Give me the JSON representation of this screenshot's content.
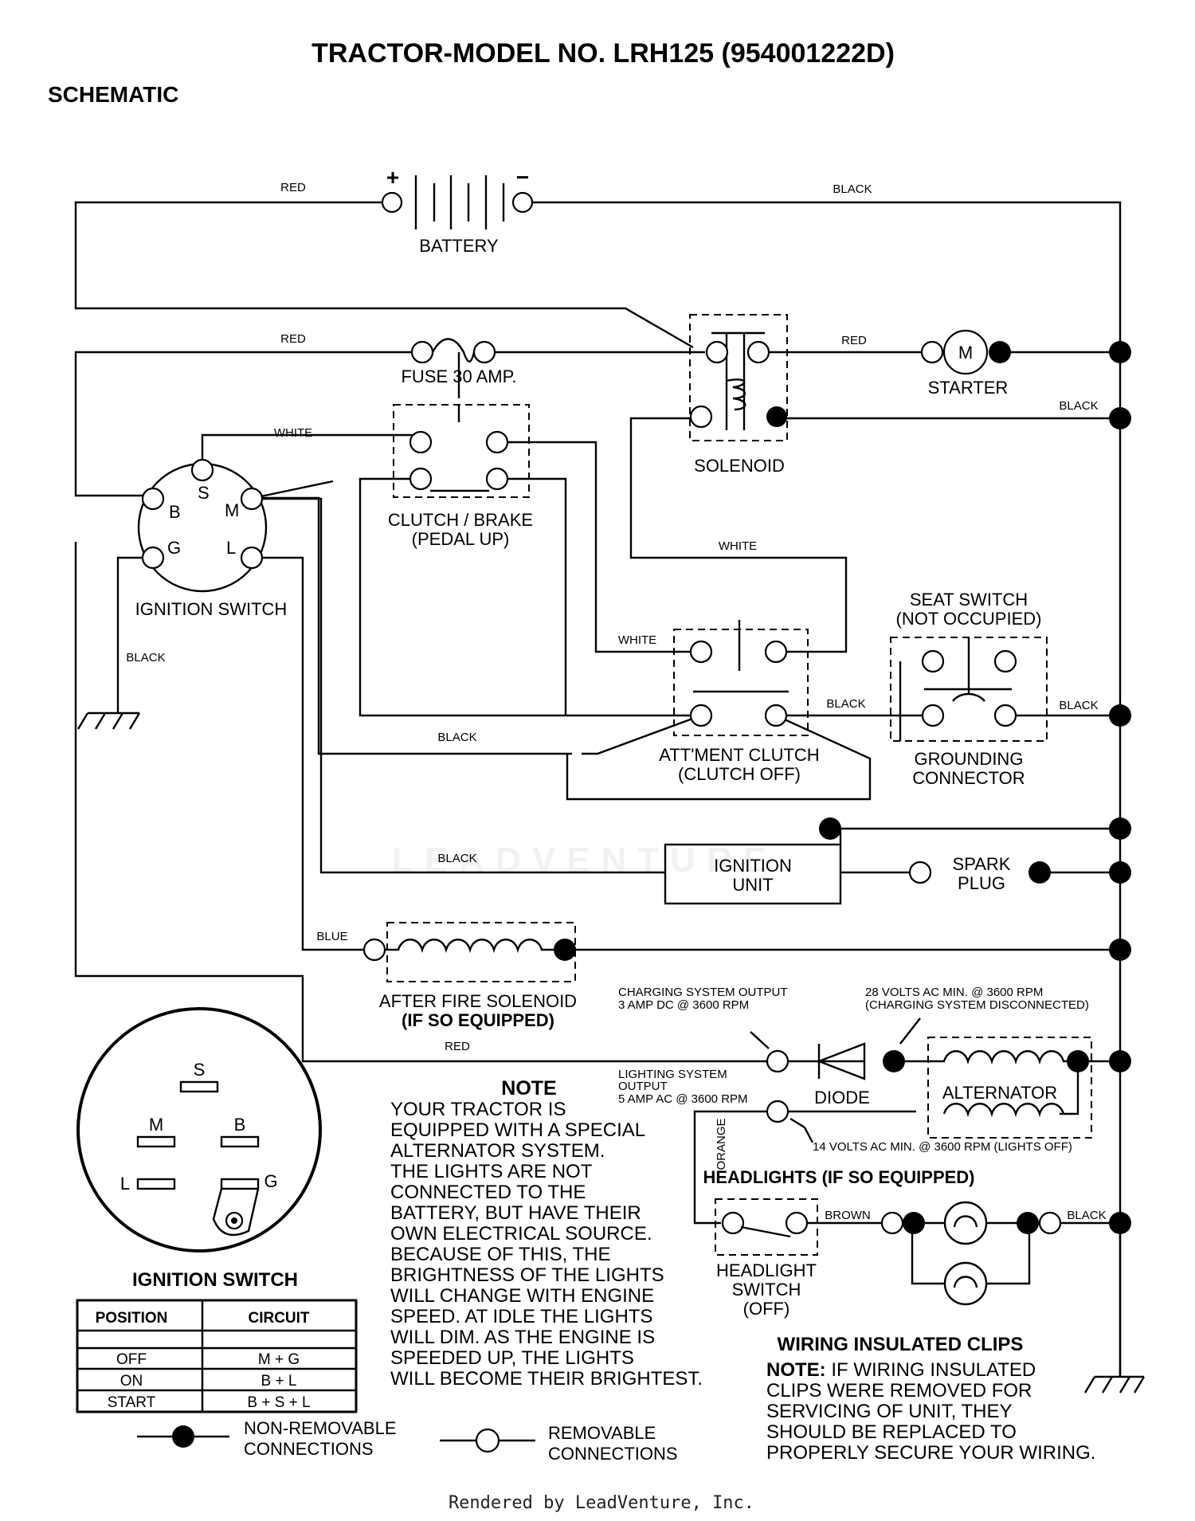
{
  "title": "TRACTOR-MODEL NO. LRH125 (954001222D)",
  "subtitle": "SCHEMATIC",
  "components": {
    "battery": "BATTERY",
    "battery_plus": "+",
    "battery_minus": "−",
    "fuse": "FUSE 30 AMP.",
    "solenoid": "SOLENOID",
    "starter": "STARTER",
    "starter_symbol": "M",
    "clutch_brake_1": "CLUTCH / BRAKE",
    "clutch_brake_2": "(PEDAL UP)",
    "ignition_switch": "IGNITION SWITCH",
    "seat_switch_1": "SEAT SWITCH",
    "seat_switch_2": "(NOT OCCUPIED)",
    "grounding_1": "GROUNDING",
    "grounding_2": "CONNECTOR",
    "attment_1": "ATT'MENT CLUTCH",
    "attment_2": "(CLUTCH OFF)",
    "ignition_unit_1": "IGNITION",
    "ignition_unit_2": "UNIT",
    "spark_plug_1": "SPARK",
    "spark_plug_2": "PLUG",
    "after_fire_1": "AFTER FIRE SOLENOID",
    "after_fire_2": "(IF SO EQUIPPED)",
    "diode": "DIODE",
    "alternator": "ALTERNATOR",
    "headlights": "HEADLIGHTS (IF SO EQUIPPED)",
    "headlight_switch_1": "HEADLIGHT",
    "headlight_switch_2": "SWITCH",
    "headlight_switch_3": "(OFF)"
  },
  "terminals": {
    "s": "S",
    "b": "B",
    "m": "M",
    "g": "G",
    "l": "L"
  },
  "wires": {
    "red": "RED",
    "black": "BLACK",
    "white": "WHITE",
    "blue": "BLUE",
    "orange": "ORANGE",
    "brown": "BROWN"
  },
  "specs": {
    "charging_1": "CHARGING SYSTEM OUTPUT",
    "charging_2": "3 AMP DC @ 3600 RPM",
    "volts28_1": "28 VOLTS AC MIN. @ 3600 RPM",
    "volts28_2": "(CHARGING SYSTEM DISCONNECTED)",
    "lighting_1": "LIGHTING SYSTEM",
    "lighting_2": "OUTPUT",
    "lighting_3": "5 AMP AC @ 3600 RPM",
    "volts14": "14 VOLTS AC MIN. @ 3600 RPM (LIGHTS OFF)"
  },
  "note": {
    "heading": "NOTE",
    "lines": [
      "YOUR TRACTOR IS",
      "EQUIPPED WITH A SPECIAL",
      "ALTERNATOR SYSTEM.",
      "THE LIGHTS ARE NOT",
      "CONNECTED TO THE",
      "BATTERY, BUT HAVE THEIR",
      "OWN ELECTRICAL SOURCE.",
      "BECAUSE OF THIS, THE",
      "BRIGHTNESS OF THE LIGHTS",
      "WILL CHANGE WITH ENGINE",
      "SPEED.  AT IDLE THE LIGHTS",
      "WILL DIM.  AS THE ENGINE IS",
      "SPEEDED UP, THE LIGHTS",
      "WILL BECOME THEIR BRIGHTEST."
    ]
  },
  "ignition_table": {
    "title": "IGNITION SWITCH",
    "headers": [
      "POSITION",
      "CIRCUIT"
    ],
    "rows": [
      [
        "OFF",
        "M + G"
      ],
      [
        "ON",
        "B + L"
      ],
      [
        "START",
        "B + S + L"
      ]
    ]
  },
  "legend": {
    "non_removable_1": "NON-REMOVABLE",
    "non_removable_2": "CONNECTIONS",
    "removable_1": "REMOVABLE",
    "removable_2": "CONNECTIONS"
  },
  "clips": {
    "heading": "WIRING INSULATED CLIPS",
    "note_label": "NOTE:",
    "lines": [
      " IF WIRING INSULATED",
      "CLIPS WERE REMOVED FOR",
      "SERVICING OF UNIT, THEY",
      "SHOULD BE REPLACED TO",
      "PROPERLY SECURE YOUR WIRING."
    ]
  },
  "watermark": "LEADVENTURE",
  "footer": "Rendered by LeadVenture, Inc."
}
